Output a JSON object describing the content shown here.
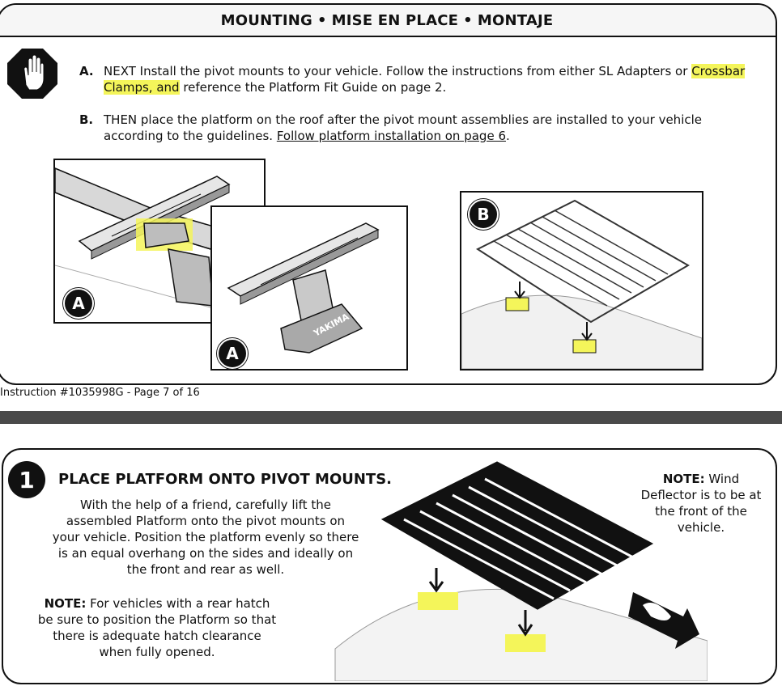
{
  "header": {
    "title_part1": "MOUNTING",
    "title_part2": "MISE EN PLACE",
    "title_part3": "MONTAJE",
    "separator": "•"
  },
  "instructions": {
    "a": {
      "letter": "A.",
      "text_before": "NEXT Install the pivot mounts to your vehicle.  Follow the instructions from either SL Adapters or ",
      "highlighted": "Crossbar Clamps, and",
      "text_after": " reference the Platform Fit Guide on page 2."
    },
    "b": {
      "letter": "B.",
      "text_before": "THEN place the platform on the roof after the pivot mount assemblies are installed to your vehicle according to the guidelines.  ",
      "link": "Follow platform installation on page 6",
      "text_after": "."
    }
  },
  "figures": {
    "badge_a": "A",
    "badge_b": "B",
    "logo_text": "YAKIMA"
  },
  "footer": {
    "text": "Instruction #1035998G - Page 7 of 16"
  },
  "step": {
    "number": "1",
    "title": "PLACE PLATFORM ONTO PIVOT MOUNTS.",
    "body": "With the help of a friend, carefully lift the assembled Platform onto the pivot mounts on your vehicle. Position the platform evenly so there is an equal overhang on the sides and ideally on the front and rear as well.",
    "note_label": "NOTE:",
    "note_text": " For vehicles with a rear hatch be sure to position the Platform so that there is adequate hatch clearance when fully opened.",
    "wind_label": "NOTE:",
    "wind_text": " Wind Deflector is to be at the front of the vehicle."
  },
  "colors": {
    "highlight": "#f4f55a",
    "ink": "#111111",
    "divider": "#4a4a4a"
  },
  "icons": [
    "stop-hand-icon",
    "down-arrow-icon",
    "car-direction-arrow-icon"
  ]
}
